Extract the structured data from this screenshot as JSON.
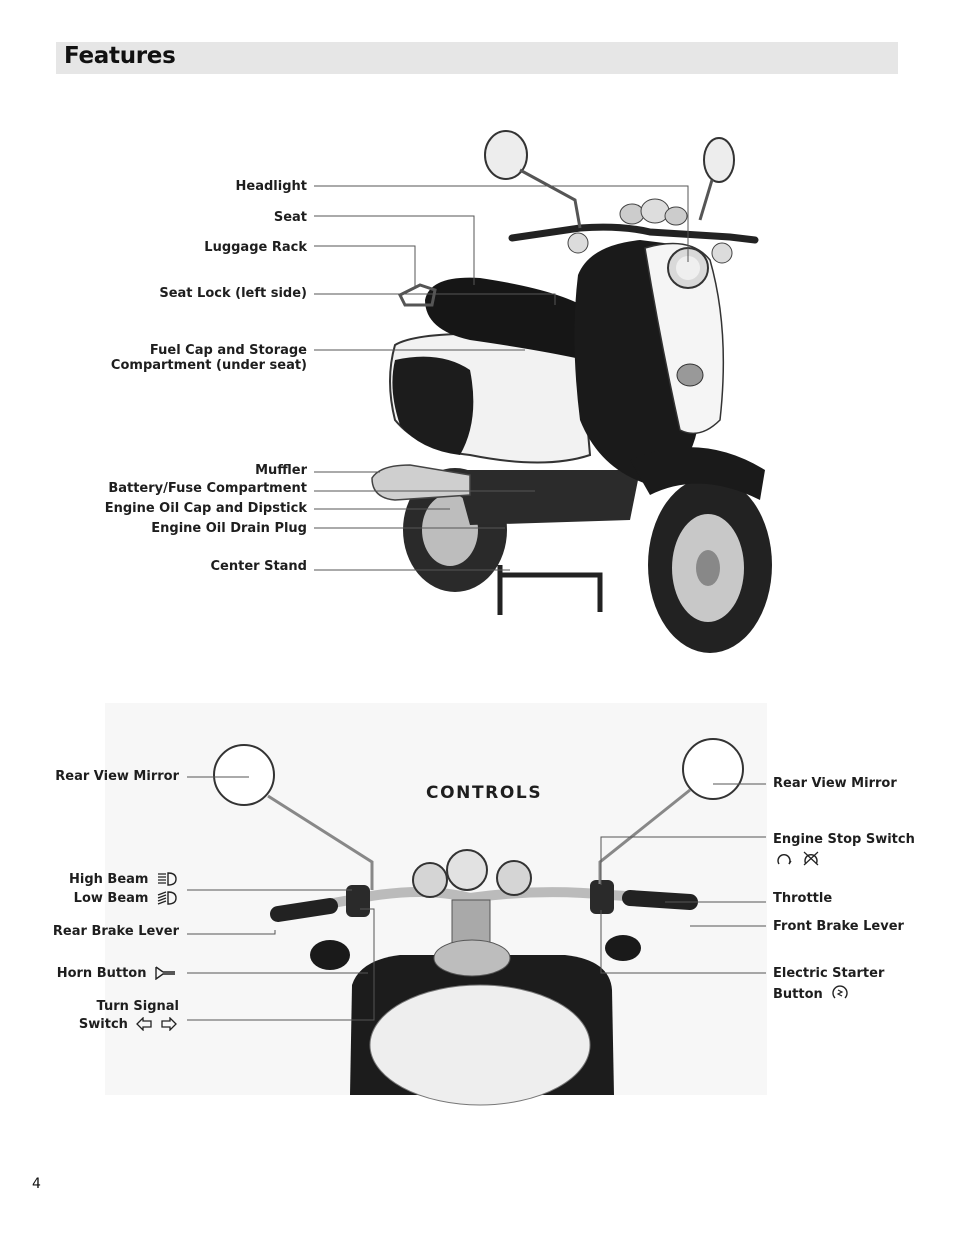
{
  "page": {
    "title": "Features",
    "page_number": "4"
  },
  "features": {
    "headlight": "Headlight",
    "seat": "Seat",
    "luggage_rack": "Luggage Rack",
    "seat_lock": "Seat Lock (left side)",
    "fuel_cap_line1": "Fuel Cap and Storage",
    "fuel_cap_line2": "Compartment (under seat)",
    "muffler": "Muffler",
    "battery": "Battery/Fuse Compartment",
    "engine_oil_cap": "Engine Oil Cap and Dipstick",
    "engine_oil_drain": "Engine Oil Drain Plug",
    "center_stand": "Center Stand"
  },
  "controls": {
    "title": "CONTROLS",
    "rear_view_mirror_left": "Rear View Mirror",
    "high_beam": "High Beam",
    "low_beam": "Low Beam",
    "rear_brake_lever": "Rear Brake Lever",
    "horn_button": "Horn Button",
    "turn_signal_line1": "Turn Signal",
    "turn_signal_line2": "Switch",
    "rear_view_mirror_right": "Rear View Mirror",
    "engine_stop_switch": "Engine Stop Switch",
    "throttle": "Throttle",
    "front_brake_lever": "Front Brake Lever",
    "electric_starter_line1": "Electric Starter",
    "electric_starter_line2": "Button"
  },
  "icons": {
    "high_beam": "high-beam-icon",
    "low_beam": "low-beam-icon",
    "horn": "horn-icon",
    "turn_left": "turn-left-arrow-icon",
    "turn_right": "turn-right-arrow-icon",
    "engine_run": "engine-run-icon",
    "engine_stop": "engine-stop-icon",
    "starter": "starter-icon"
  }
}
